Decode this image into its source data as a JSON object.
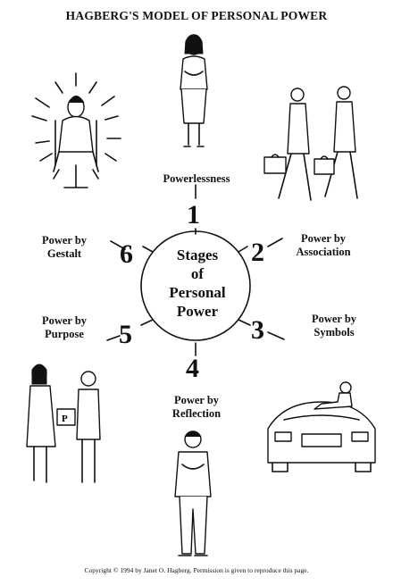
{
  "title": "HAGBERG'S MODEL OF PERSONAL POWER",
  "center": [
    "Stages",
    "of",
    "Personal",
    "Power"
  ],
  "stages": [
    {
      "number": "1",
      "label_lines": [
        "Powerlessness"
      ]
    },
    {
      "number": "2",
      "label_lines": [
        "Power by",
        "Association"
      ]
    },
    {
      "number": "3",
      "label_lines": [
        "Power by",
        "Symbols"
      ]
    },
    {
      "number": "4",
      "label_lines": [
        "Power by",
        "Reflection"
      ]
    },
    {
      "number": "5",
      "label_lines": [
        "Power by",
        "Purpose"
      ]
    },
    {
      "number": "6",
      "label_lines": [
        "Power by",
        "Gestalt"
      ]
    }
  ],
  "copyright": "Copyright © 1994 by Janet O. Hagberg. Permission is given to reproduce this page.",
  "illustrations": [
    "seated-woman-radiating-figure",
    "standing-woman-figure",
    "walking-businessmen-figures",
    "two-people-exchanging-gift-figure",
    "standing-man-reflecting-figure",
    "man-on-car-figure"
  ]
}
